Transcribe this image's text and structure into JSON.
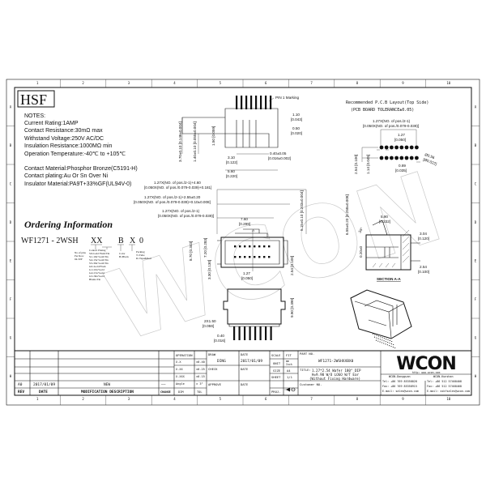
{
  "sheet": {
    "logo": "HSF",
    "watermark": "WCON",
    "ruler_top": [
      "1",
      "2",
      "3",
      "4",
      "5",
      "6",
      "7",
      "8",
      "9",
      "10"
    ],
    "ruler_side": [
      "A",
      "B",
      "C",
      "D",
      "E",
      "F",
      "G",
      "H"
    ]
  },
  "notes": {
    "heading": "NOTES:",
    "electrical": [
      "Current Rating:1AMP",
      "Contact Resistance:30mΩ max",
      "Withstand Voltage:250V AC/DC",
      "Insulation Resistance:1000MΩ min",
      "Operation Temperature:-40℃ to +105℃"
    ],
    "material": [
      "Contact Material:Phosphor Bronze(C5191-H)",
      "Contact plating:Au Or Sn Over Ni",
      "Insulator Material:PA9T+33%GF(UL94V-0)"
    ]
  },
  "ordering": {
    "heading": "Ordering Information",
    "code_prefix": "WF1271 - 2WSH",
    "code_xx": "XX",
    "code_b": "B",
    "code_x": "X",
    "code_0": "0",
    "legend_pins": [
      "No.of pins",
      "Per Row",
      "04-50P"
    ],
    "legend_plating": [
      "Contact Plating",
      "S0=Gold Flash/Tin",
      "S1=10u\"Gold/Tin",
      "S4=15u\"Gold/Tin",
      "S5=30u\"Gold/Tin",
      "G0=Gold Flash",
      "G1=10u\"Gold",
      "G4=15u\"Gold",
      "G5=30u\"Gold",
      "Blank=Tin"
    ],
    "legend_color": [
      "Color",
      "B=Black"
    ],
    "legend_packing": [
      "Packing",
      "T=Tube",
      "R=Tape&Reel"
    ]
  },
  "drawing": {
    "pin1_marking": "PIN 1 Marking",
    "side": {
      "d1": [
        "1.10",
        "[0.043]"
      ],
      "d2": [
        "0.50",
        "[0.020]"
      ],
      "d3": [
        "0.40±0.05",
        "[0.016±0.002]"
      ],
      "d4": [
        "3.10",
        "[0.122]"
      ],
      "d5": [
        "5.60",
        "[0.220]"
      ],
      "v1": "3.70±0.10 [0.146±0.004]",
      "v2": "1.40±0.10 [0.055±0.004]",
      "v3": "1.50 [0.059]"
    },
    "formulas": [
      [
        "1.27X(NO. of pos./2-1)+4.60",
        "[0.050X(NO. of pos./0.079-0.039)+0.181]"
      ],
      [
        "1.27X(NO. of pos./2-1)+2.55±0.20",
        "[0.050X(NO. of pos./0.079-0.039)+0.10±0.008]"
      ],
      [
        "1.27X(NO. of pos./2-1)",
        "[0.050X(NO. of pos./0.079-0.039)]"
      ]
    ],
    "front": {
      "d1": [
        "7.60",
        "[0.299]"
      ],
      "d2": [
        "1.27",
        "[0.050]"
      ],
      "v1": "8.70 [0.343]",
      "v2": "7.20 [0.283]",
      "v3": "3.30 [0.130]",
      "v4": "2.54 [0.100]",
      "v5": "5.15±0.10 [0.203±0.004]",
      "section_mark": "A"
    },
    "bottom": {
      "d1": [
        "2X1.50",
        "[0.059]"
      ],
      "d2": [
        "0.40",
        "[0.016]"
      ],
      "v1": "9.90 [0.390]"
    },
    "section": {
      "title": "SECTION A-A",
      "d1": [
        "5.90",
        "[0.232]"
      ],
      "d2": [
        "3.04",
        "[0.120]"
      ],
      "d3": [
        "2.54",
        "[0.100]"
      ],
      "v1": "6.55±0.20 [0.258±0.008]",
      "angle": "34°",
      "v2": "0.20±0"
    },
    "pcb": {
      "title": "Recommended P.C.B Layout(Top Side)",
      "subtitle": "(PCB BOARD TOLERANCE±0.05)",
      "f1": "1.27X(NO. of pos./2-1)",
      "f2": "[0.050X(NO. of pos./0.079-0.039)]",
      "d1": [
        "1.27",
        "[0.050]"
      ],
      "d2": [
        "0.89",
        "[0.035]"
      ],
      "hole": [
        "Ø0.56",
        "[Ø0.022]"
      ],
      "v1": "2.54 [0.100]",
      "v2": "1.14 [0.045]"
    }
  },
  "title_block": {
    "revisions": {
      "headers": [
        "REV",
        "DATE",
        "MODIFICATION DESCRIPTION",
        "CHANGE"
      ],
      "rows": [
        {
          "rev": "A0",
          "date": "2017/01/09",
          "desc": "NEW",
          "change": "——"
        }
      ]
    },
    "tolerance": {
      "header": "OPERATION",
      "rows": [
        [
          "X.X",
          "±0.40"
        ],
        [
          "X.XX",
          "±0.25"
        ],
        [
          "X.XXX",
          "±0.15"
        ],
        [
          "Angle",
          "± 3°"
        ]
      ],
      "footer": [
        "DIM",
        "TOL"
      ]
    },
    "draw_label": "DRAW",
    "draw_value": "DING",
    "date_label": "DATE",
    "date_value": "2017/01/09",
    "check_label": "CHECK",
    "approve_label": "APPROVE",
    "scale_label": "SCALE",
    "scale_value": "FIT",
    "unit_label": "UNIT",
    "unit_value": [
      "mm",
      "Inch"
    ],
    "size_label": "SIZE",
    "size_value": "A4",
    "sheet_label": "SHEET",
    "sheet_value": "1/1",
    "proj_label": "PROJ.",
    "part_no_label": "PART NO.",
    "part_no_value": "WF1271-2WSHXXBX0",
    "title_label": "TITLE:",
    "title_value": [
      "1.27*2.54 Wafer 180° DIP",
      "H=9.90 W/O LOGO W/T Ear",
      "(Without Fixing Hardware)"
    ],
    "customer_label": "Customer NO.",
    "company_logo": "WCON",
    "website": "http: www.wcon.com",
    "offices": [
      {
        "name": "WCON-Dongguan",
        "tel": "Tel: +86 769 85358828",
        "fax": "Fax: +86 769 85358915",
        "email": "E-mail: sales@wcon.com"
      },
      {
        "name": "WCON-Kunshan",
        "tel": "Tel: +86 512 57468408",
        "fax": "Fax: +86 512 57468468",
        "email": "E-mail: sskfsales@wcon.com"
      }
    ]
  }
}
